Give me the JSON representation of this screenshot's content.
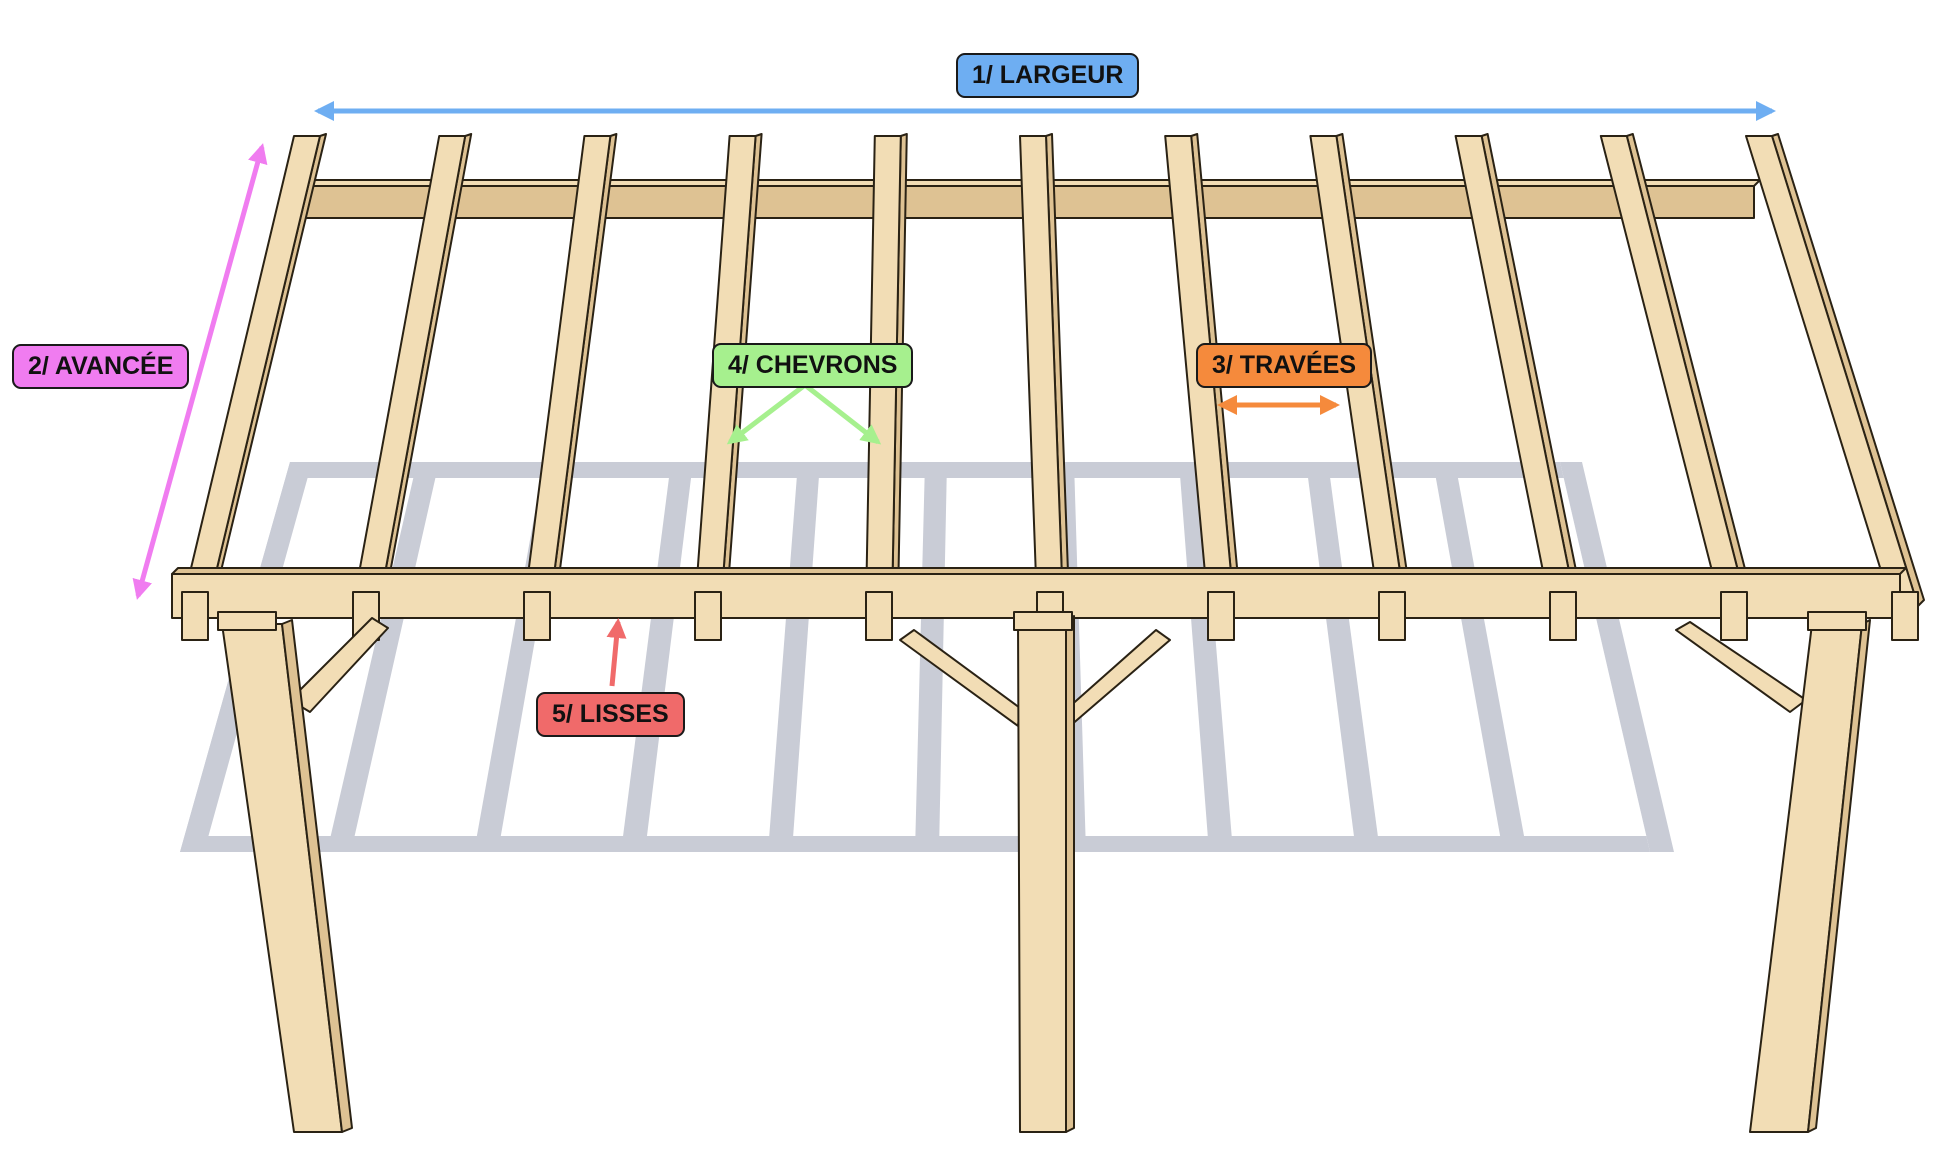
{
  "labels": {
    "largeur": {
      "text": "1/ LARGEUR",
      "color": "#6eaef2"
    },
    "avancee": {
      "text": "2/ AVANCÉE",
      "color": "#f07cf0"
    },
    "travees": {
      "text": "3/ TRAVÉES",
      "color": "#f58a3c"
    },
    "chevrons": {
      "text": "4/ CHEVRONS",
      "color": "#a6f08e"
    },
    "lisses": {
      "text": "5/ LISSES",
      "color": "#f06a6a"
    }
  },
  "structure": {
    "rafter_count": 11,
    "post_count": 3
  },
  "colors": {
    "wood": "#f2ddb5",
    "wood_side": "#dec293",
    "outline": "#2a2214",
    "shadow": "#c9ccd6"
  }
}
